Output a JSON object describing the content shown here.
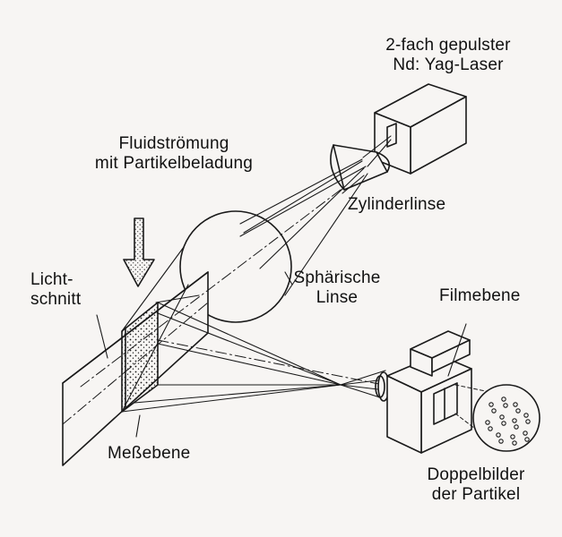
{
  "labels": {
    "laser_line1": "2-fach gepulster",
    "laser_line2": "Nd: Yag-Laser",
    "flow_line1": "Fluidströmung",
    "flow_line2": "mit Partikelbeladung",
    "cylinder_lens": "Zylinderlinse",
    "lightsheet_line1": "Licht-",
    "lightsheet_line2": "schnitt",
    "spherical_line1": "Sphärische",
    "spherical_line2": "Linse",
    "film_plane": "Filmebene",
    "measurement_plane": "Meßebene",
    "double_images_line1": "Doppelbilder",
    "double_images_line2": "der Partikel"
  },
  "colors": {
    "ink": "#1a1a1a",
    "background": "#f7f5f3"
  }
}
